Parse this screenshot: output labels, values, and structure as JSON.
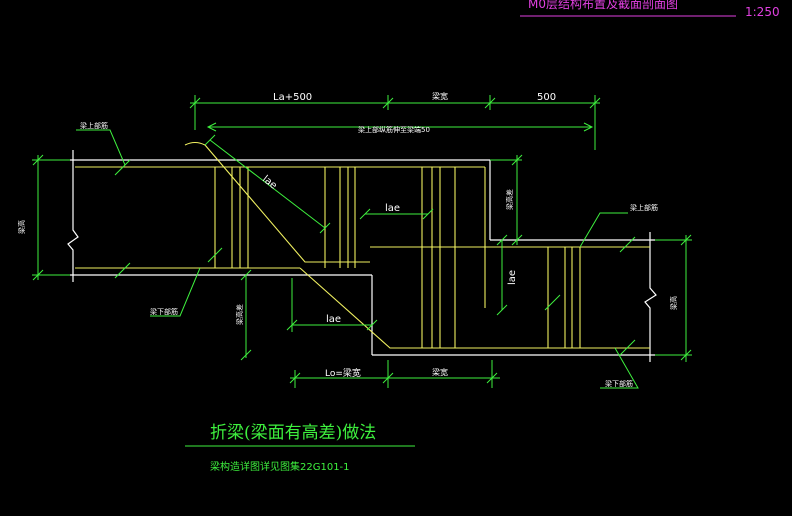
{
  "header": {
    "title": "M0层结构布置及截面剖面图",
    "scale": "1:250"
  },
  "drawing": {
    "title": "折梁(梁面有高差)做法",
    "note": "梁构造详图详见图集22G101-1",
    "dimensions": {
      "top_left": "La+500",
      "top_middle": "梁宽",
      "top_right": "500",
      "top_long": "梁上部纵筋伸至梁端50",
      "bottom_left": "Lo=梁宽",
      "bottom_right": "梁宽",
      "height_left": "梁高",
      "height_right": "梁高",
      "height_mid_right": "梁高差",
      "height_mid_left": "梁高差"
    },
    "labels": {
      "lae_diagonal": "lae",
      "lae_upper": "lae",
      "lae_lower": "lae",
      "lae_vertical": "lae",
      "top_rebar_left": "梁上部筋",
      "bottom_rebar_left": "梁下部筋",
      "top_rebar_right": "梁上部筋",
      "bottom_rebar_right": "梁下部筋"
    }
  },
  "colors": {
    "background": "#000000",
    "beam_outline": "#ffffff",
    "rebar": "#f0f060",
    "dimension": "#3ef03e",
    "header": "#e040e0"
  }
}
